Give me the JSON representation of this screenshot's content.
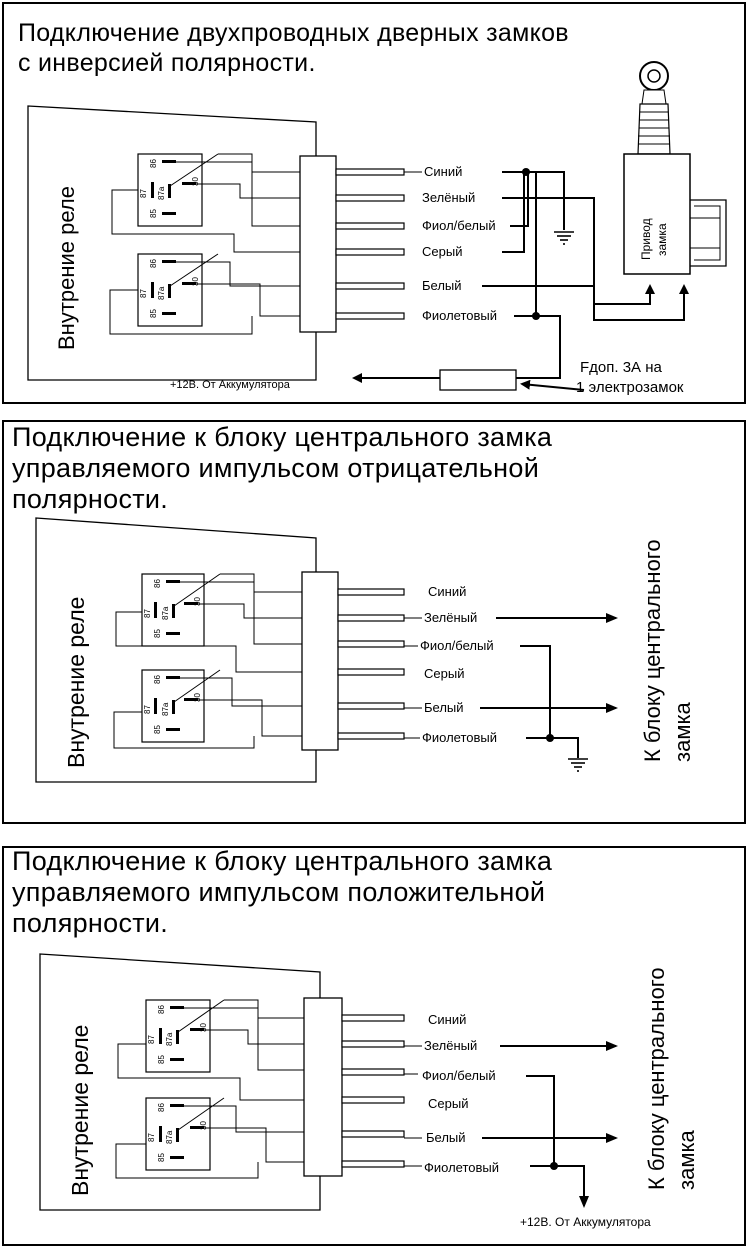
{
  "panel1": {
    "title_line1": "Подключение двухпроводных дверных замков",
    "title_line2": "с инверсией полярности.",
    "relay_label": "Внутрение реле",
    "relay_pins": [
      "86",
      "87",
      "87a",
      "30",
      "85"
    ],
    "wires": [
      "Синий",
      "Зелёный",
      "Фиол/белый",
      "Серый",
      "Белый",
      "Фиолетовый"
    ],
    "actuator_line1": "Привод",
    "actuator_line2": "замка",
    "fuse_line1": "Fдоп. 3А на",
    "fuse_line2": "1 электрозамок",
    "power_label": "+12В. От Аккумулятора"
  },
  "panel2": {
    "title_line1": "Подключение к блоку центрального замка",
    "title_line2": "управляемого импульсом отрицательной",
    "title_line3": "полярности.",
    "relay_label": "Внутрение реле",
    "relay_pins": [
      "86",
      "87",
      "87a",
      "30",
      "85"
    ],
    "wires": [
      "Синий",
      "Зелёный",
      "Фиол/белый",
      "Серый",
      "Белый",
      "Фиолетовый"
    ],
    "side_line1": "К блоку центрального",
    "side_line2": "замка"
  },
  "panel3": {
    "title_line1": "Подключение к блоку центрального замка",
    "title_line2": "управляемого импульсом положительной",
    "title_line3": "полярности.",
    "relay_label": "Внутрение реле",
    "relay_pins": [
      "86",
      "87",
      "87a",
      "30",
      "85"
    ],
    "wires": [
      "Синий",
      "Зелёный",
      "Фиол/белый",
      "Серый",
      "Белый",
      "Фиолетовый"
    ],
    "side_line1": "К блоку центрального",
    "side_line2": "замка",
    "power_label": "+12В. От Аккумулятора"
  }
}
